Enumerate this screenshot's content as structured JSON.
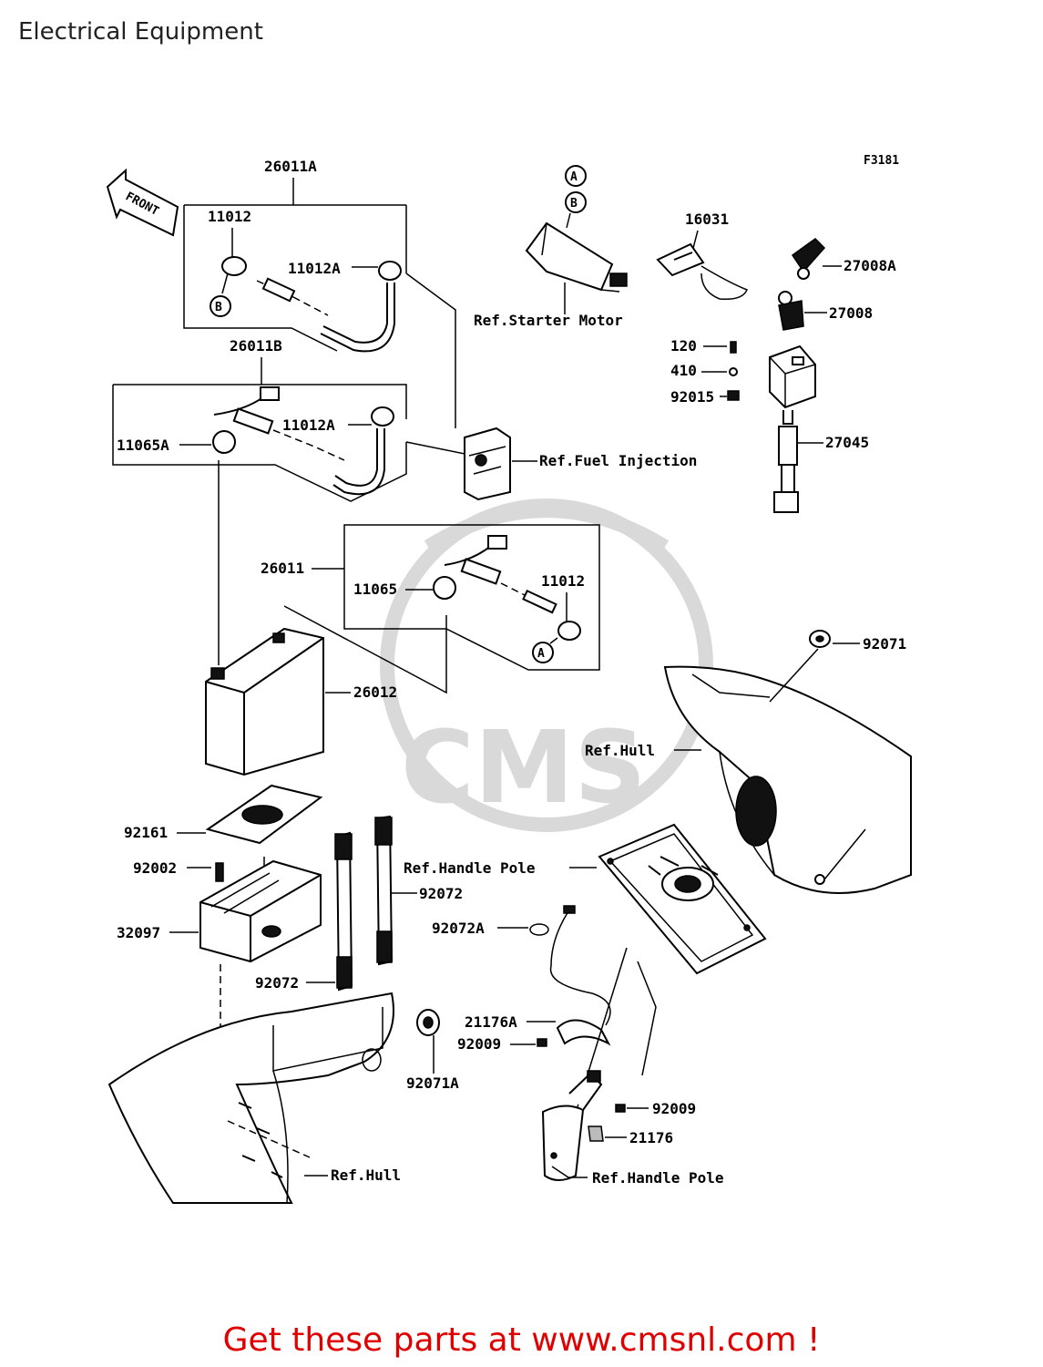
{
  "page": {
    "title": "Electrical Equipment",
    "cta": "Get these parts at www.cmsnl.com !"
  },
  "diagram": {
    "figure_code": "F3181",
    "front_label": "FRONT",
    "watermark": "CMS",
    "callouts": {
      "c26011A": "26011A",
      "c11012a": "11012",
      "c11012Aa": "11012A",
      "c26011B": "26011B",
      "c11065A": "11065A",
      "c11012Ab": "11012A",
      "c26011": "26011",
      "c11065": "11065",
      "c11012b": "11012",
      "c26012": "26012",
      "c16031": "16031",
      "c27008A": "27008A",
      "c27008": "27008",
      "c120": "120",
      "c410": "410",
      "c92015": "92015",
      "c27045": "27045",
      "c92071": "92071",
      "c92161": "92161",
      "c92002": "92002",
      "c32097": "32097",
      "c92072a": "92072",
      "c92072b": "92072",
      "c92072A": "92072A",
      "c21176A": "21176A",
      "c92009a": "92009",
      "c92071A": "92071A",
      "c92009b": "92009",
      "c21176": "21176"
    },
    "refs": {
      "starter": "Ref.Starter Motor",
      "fuel": "Ref.Fuel Injection",
      "hull1": "Ref.Hull",
      "handle1": "Ref.Handle Pole",
      "hull2": "Ref.Hull",
      "handle2": "Ref.Handle Pole"
    },
    "markers": {
      "a1": "A",
      "b1": "B",
      "b2": "B",
      "a2": "A"
    }
  }
}
